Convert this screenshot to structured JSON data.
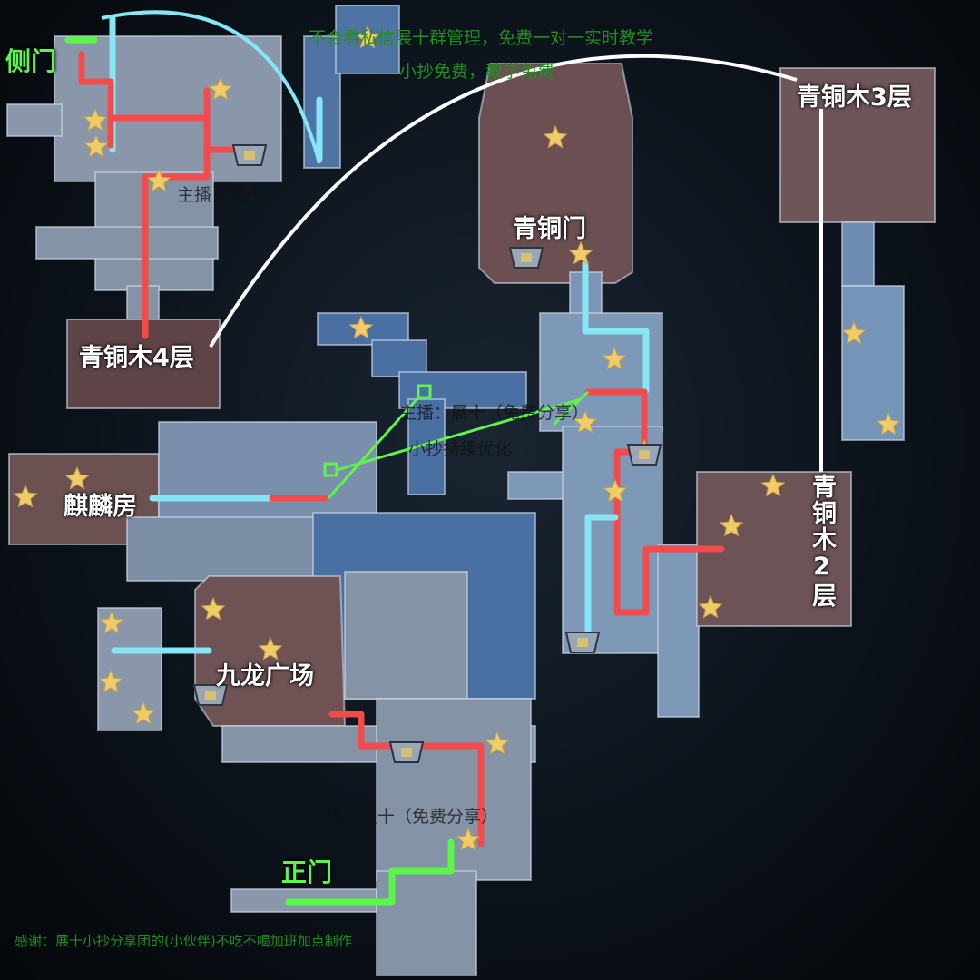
{
  "labels": {
    "side_gate": "侧门",
    "bronze_wood_3f": "青铜木3层",
    "bronze_gate": "青铜门",
    "bronze_wood_4f": "青铜木4层",
    "qilin_room": "麒麟房",
    "nine_dragon_plaza": "九龙广场",
    "bronze_wood_2f": "青铜木2层",
    "main_gate": "正门"
  },
  "watermarks": {
    "top_line1": "不会看私信展十群管理，免费一对一实时教学",
    "top_line2": "小抄免费，教学免费",
    "streamer_1": "主播：展十",
    "streamer_2": "主播：展十（免费分享）",
    "note_optimize": "小抄持续优化",
    "streamer_3": "主播：展十（免费分享）",
    "credits": "感谢：展十小抄分享团的(小伙伴)不吃不喝加班加点制作"
  },
  "colors": {
    "route_red": "#f24b4b",
    "route_cyan": "#86e6f5",
    "route_green": "#5cf54a",
    "star": "#f0cc66",
    "room_blue": "#5b7ea6",
    "room_grey": "#8795a8",
    "room_pink": "#7a5a5c"
  },
  "icons": [
    "star-icon",
    "treasure-chest-icon",
    "arrow-up-icon",
    "arrow-down-left-icon"
  ]
}
